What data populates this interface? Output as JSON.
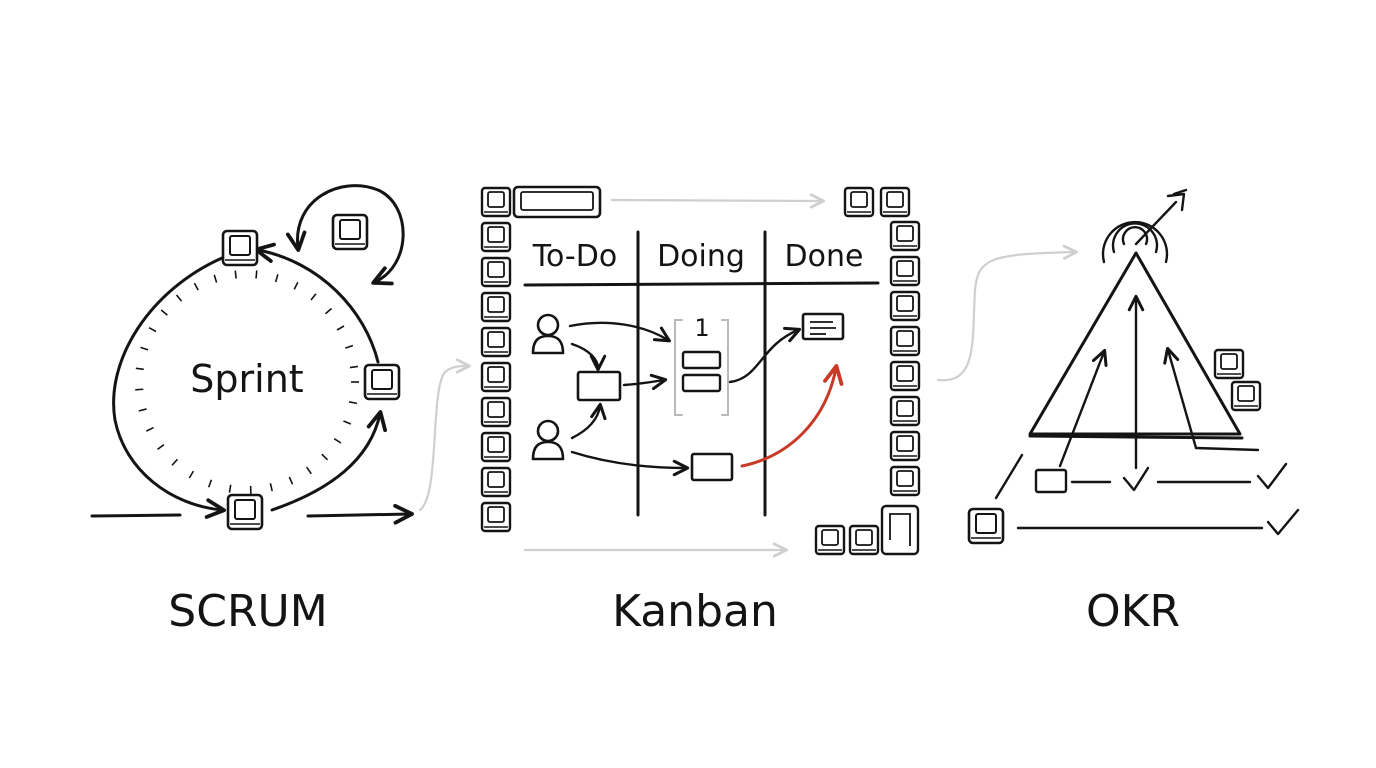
{
  "scrum": {
    "title": "SCRUM",
    "cycle_label": "Sprint"
  },
  "kanban": {
    "title": "Kanban",
    "columns": [
      "To-Do",
      "Doing",
      "Done"
    ],
    "wip_limit": "1"
  },
  "okr": {
    "title": "OKR"
  },
  "colors": {
    "ink": "#141414",
    "accent": "#c83a25",
    "connector": "#cfcfcf"
  }
}
